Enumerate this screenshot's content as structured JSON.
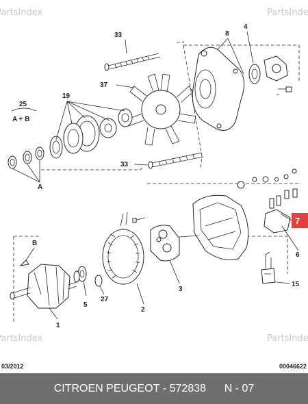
{
  "watermark": "PartsIndex",
  "callouts": {
    "c33_top": "33",
    "c8": "8",
    "c4": "4",
    "c37": "37",
    "c19": "19",
    "c25": "25",
    "c_ab": "A + B",
    "c33_mid": "33",
    "c_a": "A",
    "c_b": "B",
    "c7": "7",
    "c6": "6",
    "c15": "15",
    "c3": "3",
    "c5": "5",
    "c27": "27",
    "c2": "2",
    "c1": "1"
  },
  "highlight_color": "#e04040",
  "date": "03/2012",
  "doc_code": "00046622",
  "footer": {
    "brand": "CITROEN PEUGEOT",
    "sep": " - ",
    "part_number": "572838",
    "spacer": "      ",
    "page": "N - 07"
  }
}
